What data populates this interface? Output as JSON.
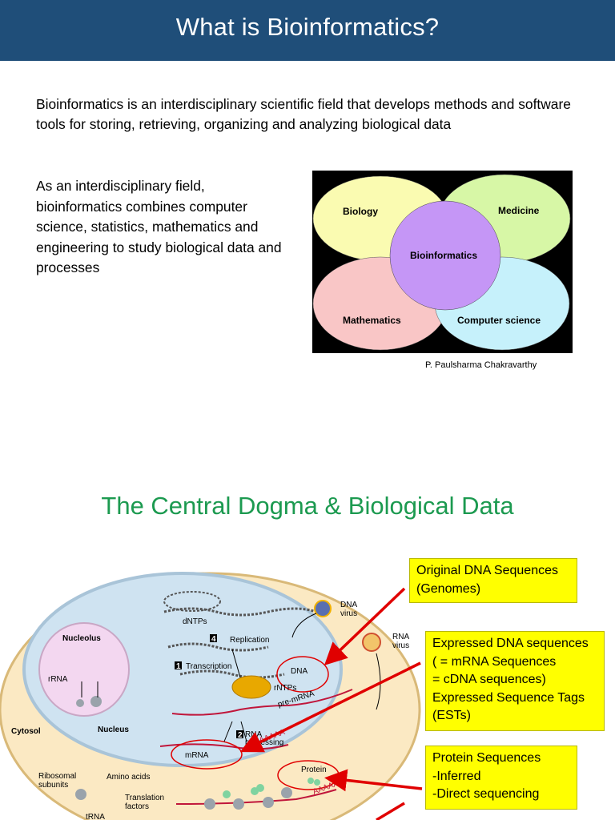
{
  "header": {
    "title": "What is Bioinformatics?"
  },
  "intro": {
    "text": "Bioinformatics is an interdisciplinary scientific field that develops methods and software tools for storing, retrieving, organizing and analyzing biological data"
  },
  "side": {
    "text": "As an interdisciplinary field, bioinformatics combines computer science, statistics, mathematics and engineering to study biological data and processes"
  },
  "venn": {
    "labels": {
      "biology": "Biology",
      "medicine": "Medicine",
      "bioinformatics": "Bioinformatics",
      "mathematics": "Mathematics",
      "computer_science": "Computer science"
    },
    "colors": {
      "biology": "#fafbb1",
      "medicine": "#d7f7a6",
      "mathematics": "#f9c6c6",
      "computer_science": "#c6f1fb",
      "bioinformatics": "#c596f6"
    }
  },
  "credit": {
    "text": "P. Paulsharma Chakravarthy"
  },
  "section": {
    "title": "The Central Dogma & Biological Data"
  },
  "cell": {
    "labels": {
      "dntps": "dNTPs",
      "dna_virus_1": "DNA",
      "dna_virus_2": "virus",
      "rna_virus_1": "RNA",
      "rna_virus_2": "virus",
      "replication": "Replication",
      "step4": "4",
      "transcription": "Transcription",
      "step1": "1",
      "dna": "DNA",
      "rntps": "rNTPs",
      "nucleolus": "Nucleolus",
      "rrna": "rRNA",
      "nucleus": "Nucleus",
      "cytosol": "Cytosol",
      "pre_mrna": "pre-mRNA",
      "rna": "RNA",
      "processing": "processing",
      "step2": "2",
      "polya_1": "AAAAA",
      "polya_2": "AAAAA",
      "mrna": "mRNA",
      "protein": "Protein",
      "ribosomal": "Ribosomal",
      "subunits": "subunits",
      "amino_acids": "Amino acids",
      "translation": "Translation",
      "factors": "factors",
      "trna": "tRNA"
    }
  },
  "notes": {
    "dna": [
      "Original DNA Sequences",
      "(Genomes)"
    ],
    "est": [
      "Expressed DNA sequences",
      "( = mRNA Sequences",
      "= cDNA sequences)",
      "Expressed Sequence Tags",
      "(ESTs)"
    ],
    "protein": [
      "Protein Sequences",
      "-Inferred",
      "-Direct sequencing"
    ]
  },
  "colors": {
    "header_bg": "#1f4e79",
    "section_title": "#1c9a50",
    "note_bg": "#ffff00",
    "arrow": "#e00000"
  }
}
